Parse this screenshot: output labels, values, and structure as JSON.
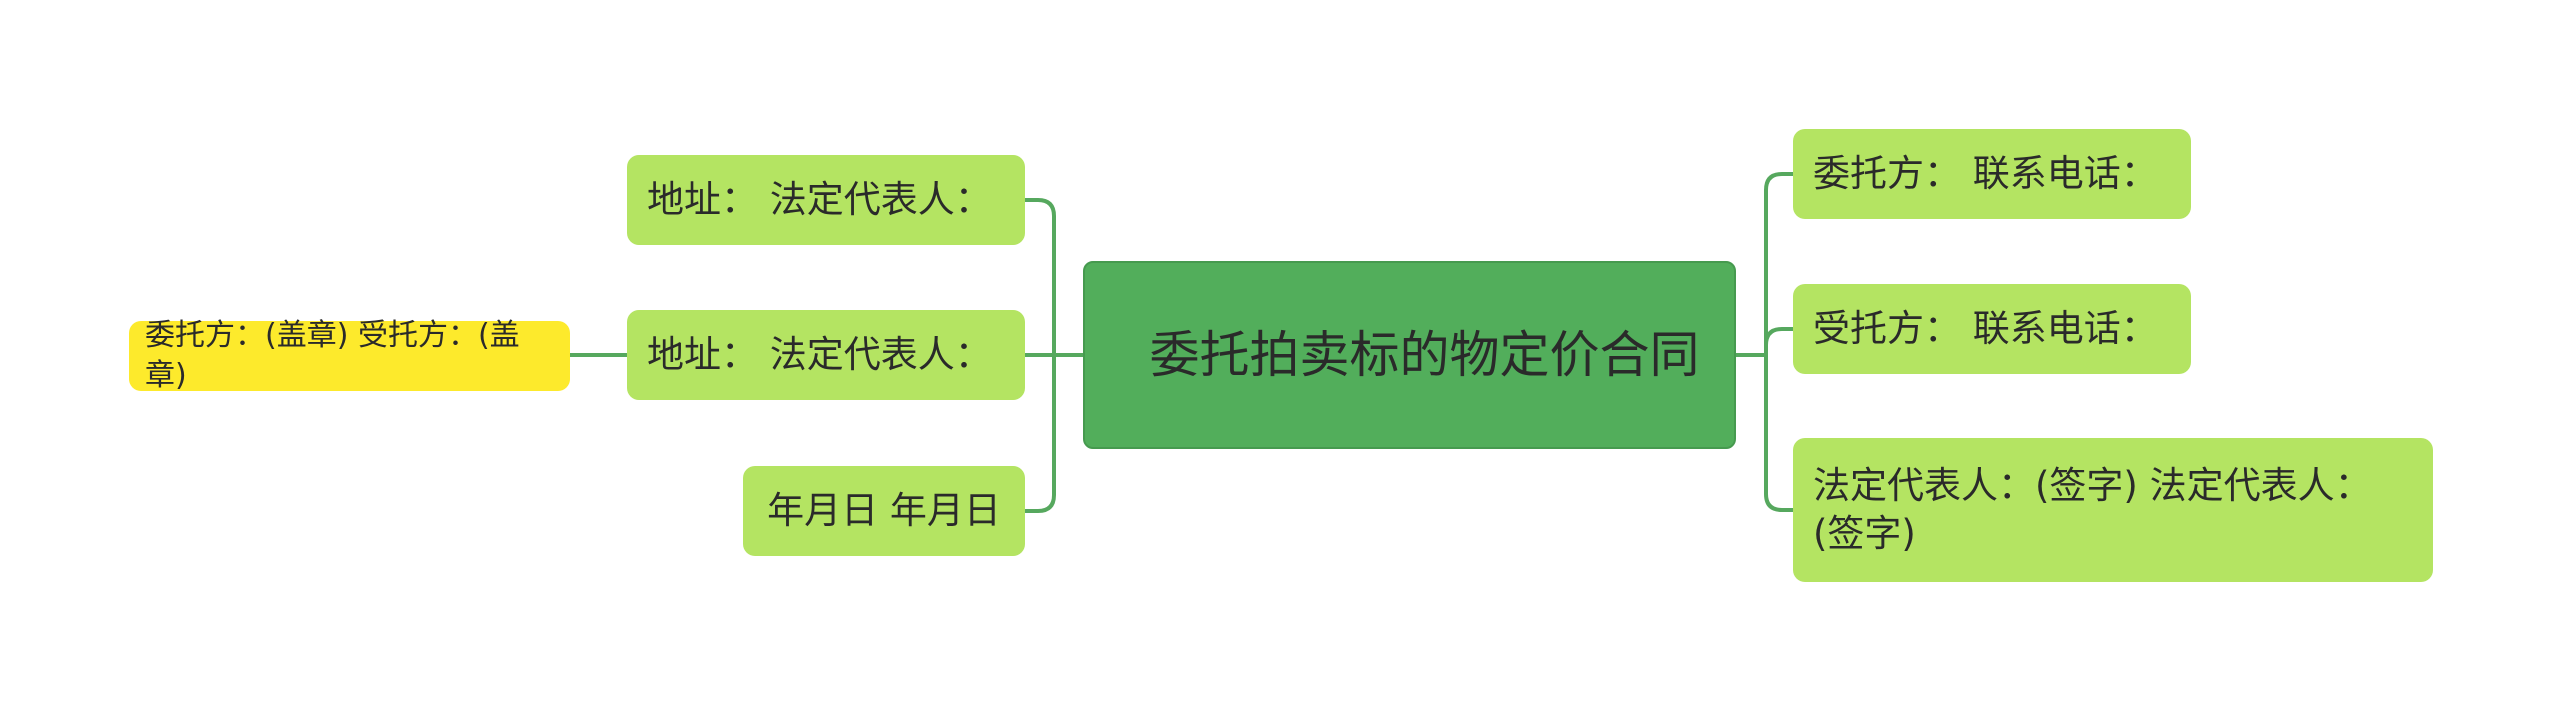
{
  "root": {
    "label": "委托拍卖标的物定价合同"
  },
  "left_branches": [
    {
      "label": "地址：  法定代表人："
    },
    {
      "label": "地址：  法定代表人：",
      "children": [
        {
          "label": "委托方：(盖章) 受托方：(盖章)"
        }
      ]
    },
    {
      "label": "年月日 年月日"
    }
  ],
  "right_branches": [
    {
      "label": "委托方：  联系电话："
    },
    {
      "label": "受托方：  联系电话："
    },
    {
      "label": "法定代表人：(签字) 法定代表人：(签字)"
    }
  ],
  "colors": {
    "root_fill": "#52ae5b",
    "branch_fill": "#b4e462",
    "leaf_fill": "#fdea2c",
    "connector": "#56a85e"
  }
}
